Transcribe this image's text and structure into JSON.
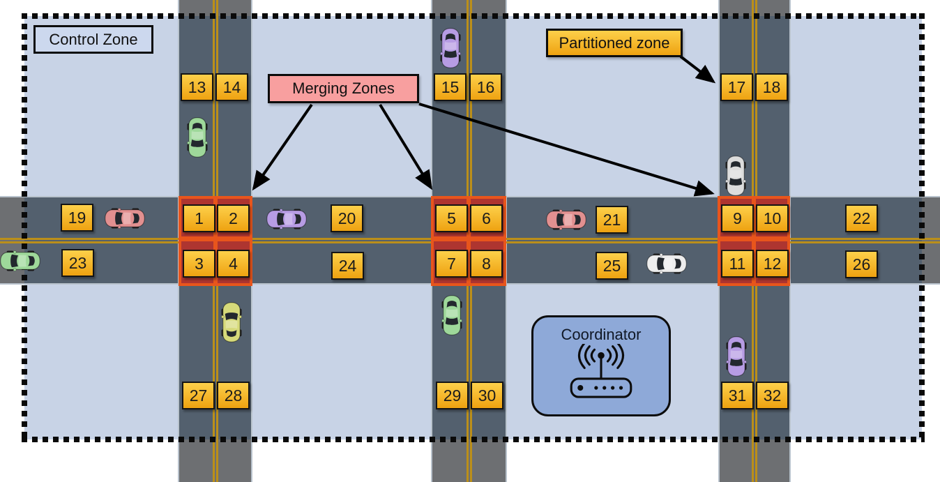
{
  "diagram": {
    "control_zone_label": "Control Zone",
    "merging_zones_label": "Merging Zones",
    "partitioned_zone_label": "Partitioned zone",
    "coordinator_label": "Coordinator"
  },
  "slots": [
    "1",
    "2",
    "3",
    "4",
    "5",
    "6",
    "7",
    "8",
    "9",
    "10",
    "11",
    "12",
    "13",
    "14",
    "15",
    "16",
    "17",
    "18",
    "19",
    "20",
    "21",
    "22",
    "23",
    "24",
    "25",
    "26",
    "27",
    "28",
    "29",
    "30",
    "31",
    "32"
  ],
  "icons": {
    "coordinator": "wifi-router-icon"
  },
  "cars": [
    "green",
    "purple",
    "silver",
    "yellow",
    "green",
    "purple",
    "pink",
    "purple",
    "pink",
    "green",
    "white"
  ],
  "colors": {
    "zone_bg": "#c8d3e6",
    "road": "#53606e",
    "road_outside": "#6d6f72",
    "road_edge": "#b9c3cd",
    "lane_line": "#bb8f1a",
    "box_top": "#fdd04a",
    "box_bottom": "#eea211",
    "merge_fill": "#ae3530",
    "merge_border": "#e8551c",
    "merging_label_bg": "#f89f9f",
    "control_label_bg": "#ccd8ee",
    "coordinator_bg": "#8ea9d8",
    "car_green": "#9ed89a",
    "car_yellow": "#d6da7a",
    "car_purple": "#b79ce4",
    "car_pink": "#e29090",
    "car_white": "#ededed",
    "car_silver": "#dcdcdc"
  }
}
